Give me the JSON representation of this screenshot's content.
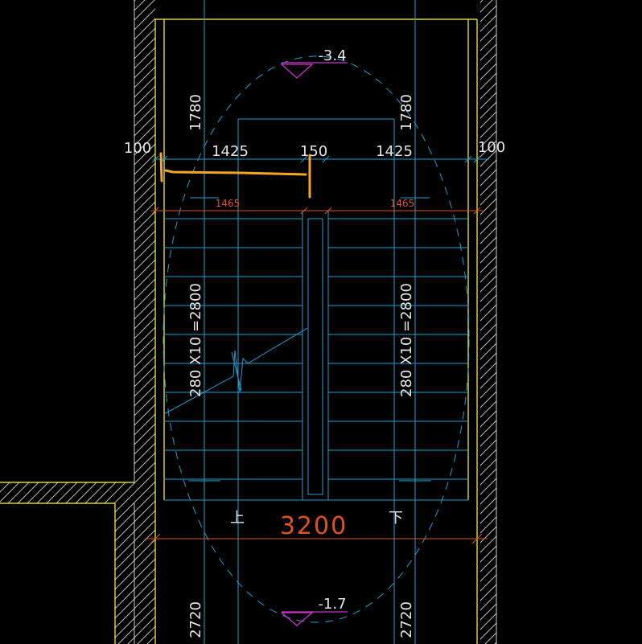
{
  "elevations": {
    "upper_landing": "-3.4",
    "lower_landing": "-1.7"
  },
  "dimensions": {
    "landing_depth": [
      "1780",
      "1780"
    ],
    "width_segments": [
      "100",
      "1425",
      "150",
      "1425",
      "100"
    ],
    "flight_widths": [
      "1465",
      "1465"
    ],
    "flight_run": [
      "280 X10 =2800",
      "280 X10 =2800"
    ],
    "total_width": "3200",
    "lower_depth": [
      "2720",
      "2720"
    ]
  },
  "direction_marks": {
    "up": "上",
    "down": "下"
  },
  "colors": {
    "background": "#000000",
    "stair_lines": "#1f9fd0",
    "walls": "#ffff33",
    "hatch": "#bdbdbd",
    "dimension_accent": "#e0521f",
    "elevation_marker": "#cc33cc",
    "markup_highlight": "#f5a623",
    "text": "#e6e6e6"
  }
}
